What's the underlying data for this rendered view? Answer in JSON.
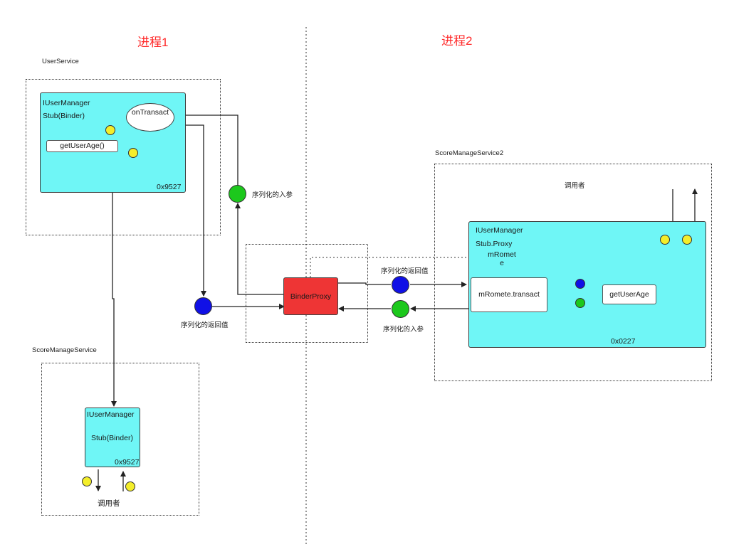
{
  "process1": {
    "title": "进程1"
  },
  "process2": {
    "title": "进程2"
  },
  "user_service": {
    "label": "UserService",
    "interface_label": "IUserManager",
    "stub_label": "Stub(Binder)",
    "on_transact_label": "onTransact",
    "get_user_age_label": "getUserAge()",
    "address": "0x9527"
  },
  "score_service_p1": {
    "label": "ScoreManageService",
    "interface_label": "IUserManager",
    "stub_label": "Stub(Binder)",
    "address": "0x9527",
    "caller_label": "调用者"
  },
  "binder_proxy": {
    "label": "BinderProxy"
  },
  "serialized_params_label": "序列化的入参",
  "serialized_return_label": "序列化的返回值",
  "score_service_p2": {
    "label": "ScoreManageService2",
    "caller_label": "调用者",
    "interface_label": "IUserManager",
    "stub_proxy_label": "Stub.Proxy",
    "m_remote_label": "mRomete",
    "transact_label": "mRomete.transact",
    "get_user_age_label": "getUserAge",
    "address": "0x0227"
  },
  "colors": {
    "process_title": "#ff2a2a",
    "service_box": "#6ff6f6",
    "binder_proxy": "#ee3535",
    "param_dot": "#1cc81c",
    "return_dot": "#1010e6",
    "data_dot": "#f4ee2a"
  }
}
